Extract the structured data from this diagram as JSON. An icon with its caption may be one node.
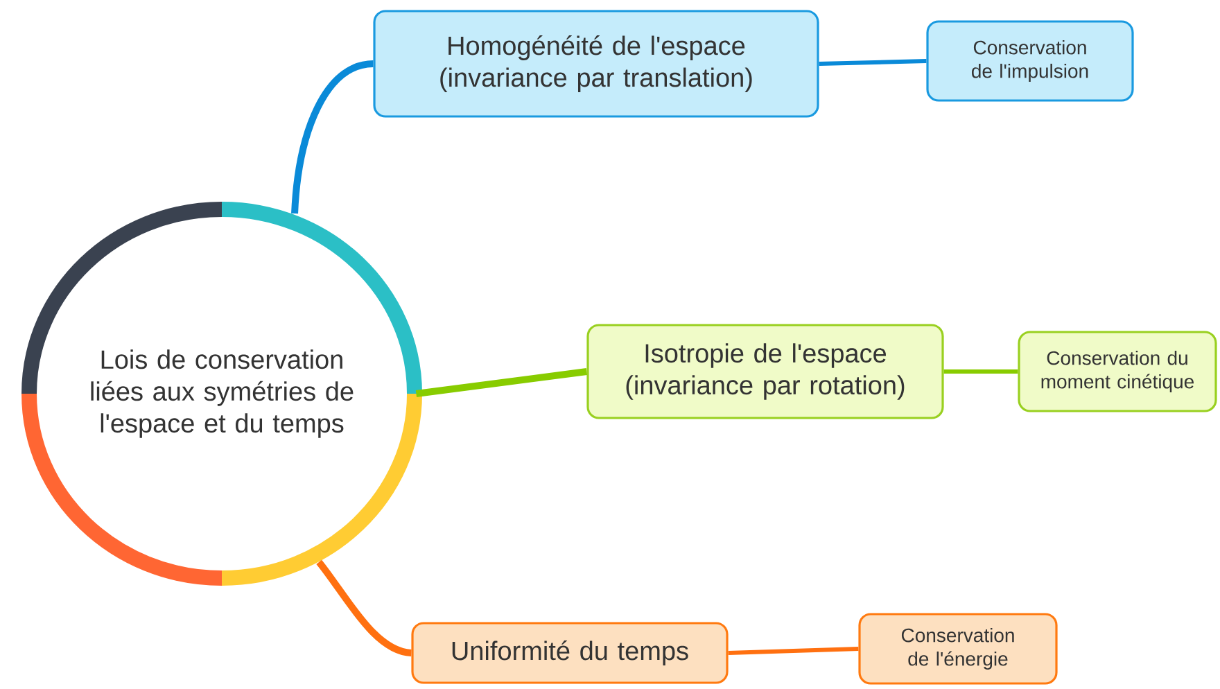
{
  "diagram": {
    "nodes": [
      {
        "text": [
          "Lois de conservation liées aux symétries de l'espace et du temps"
        ]
      },
      {
        "text": [
          "Homogénéité de l'espace (invariance par translation)"
        ]
      },
      {
        "text": [
          "Conservation de l'impulsion"
        ]
      },
      {
        "text": [
          "Isotropie de l'espace (invariance par rotation)"
        ]
      },
      {
        "text": [
          "Conservation du moment cinétique"
        ]
      },
      {
        "text": [
          "Uniformité du temps"
        ]
      },
      {
        "text": [
          "Conservation de l'énergie"
        ]
      }
    ],
    "edges": [
      {
        "from": 0,
        "to": 1,
        "arrow": "none",
        "color": "#0a8ad8"
      },
      {
        "from": 1,
        "to": 2,
        "arrow": "none",
        "color": "#0a8ad8"
      },
      {
        "from": 0,
        "to": 3,
        "arrow": "none",
        "color": "#88cc00"
      },
      {
        "from": 3,
        "to": 4,
        "arrow": "none",
        "color": "#88cc00"
      },
      {
        "from": 0,
        "to": 5,
        "arrow": "none",
        "color": "#ff7010"
      },
      {
        "from": 5,
        "to": 6,
        "arrow": "none",
        "color": "#ff7010"
      }
    ]
  }
}
